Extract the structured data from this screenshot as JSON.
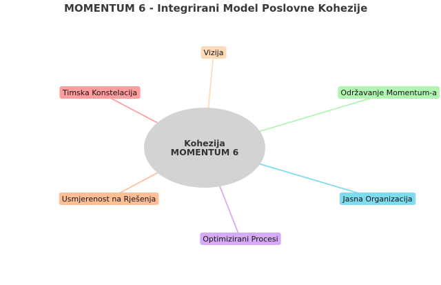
{
  "title": "MOMENTUM 6 - Integrirani Model Poslovne Kohezije",
  "center": {
    "line1": "Kohezija",
    "line2": "MOMENTUM 6",
    "color": "#d3d3d3"
  },
  "nodes": [
    {
      "label": "Vizija",
      "color": "#ffdab9"
    },
    {
      "label": "Timska Konstelacija",
      "color": "#ff9e9e"
    },
    {
      "label": "Održavanje Momentum-a",
      "color": "#b2f5b2"
    },
    {
      "label": "Usmjerenost na Rješenja",
      "color": "#ffbf96"
    },
    {
      "label": "Jasna Organizacija",
      "color": "#7edcf0"
    },
    {
      "label": "Optimizirani Procesi",
      "color": "#d7aaf5"
    }
  ]
}
